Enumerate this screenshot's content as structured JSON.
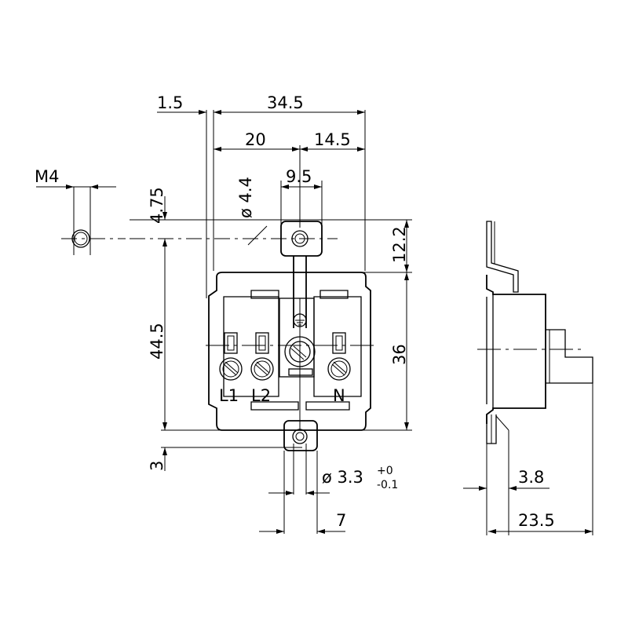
{
  "dimensions": {
    "wall_1_5": "1.5",
    "width_34_5": "34.5",
    "width_20": "20",
    "width_14_5": "14.5",
    "thread_m4": "M4",
    "tab_width": "9.5",
    "hole_dia": "ø 4.4",
    "offset_4_75": "4.75",
    "offset_12_2": "12.2",
    "height_44_5": "44.5",
    "height_36": "36",
    "bottom_3": "3",
    "hole_dia_small": "ø 3.3",
    "tol_plus": "+0",
    "tol_minus": "-0.1",
    "tab_width_7": "7",
    "side_3_8": "3.8",
    "depth_23_5": "23.5"
  },
  "terminals": {
    "l1": "L1",
    "l2": "L2",
    "n": "N"
  },
  "colors": {
    "line": "#000000",
    "background": "#ffffff"
  }
}
